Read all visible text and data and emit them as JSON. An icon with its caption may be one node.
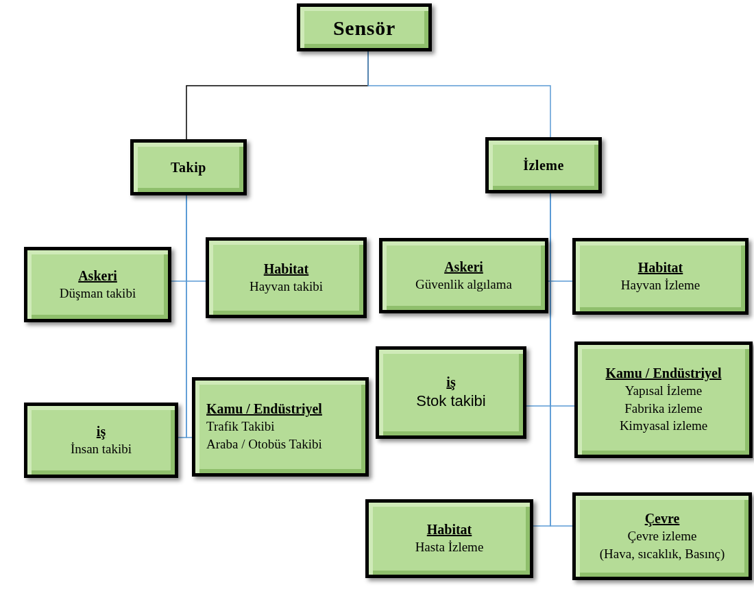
{
  "diagram": {
    "nodes": [
      {
        "text": [
          "Sensör"
        ]
      },
      {
        "text": [
          "Takip"
        ]
      },
      {
        "text": [
          "İzleme"
        ]
      },
      {
        "text": [
          "Askeri",
          "Düşman takibi"
        ]
      },
      {
        "text": [
          "Habitat",
          "Hayvan takibi"
        ]
      },
      {
        "text": [
          "iş",
          "İnsan takibi"
        ]
      },
      {
        "text": [
          "Kamu / Endüstriyel",
          "Trafik Takibi",
          "Araba / Otobüs Takibi"
        ]
      },
      {
        "text": [
          "Askeri",
          "Güvenlik algılama"
        ]
      },
      {
        "text": [
          "Habitat",
          "Hayvan İzleme"
        ]
      },
      {
        "text": [
          "iş",
          "Stok takibi"
        ]
      },
      {
        "text": [
          "Kamu / Endüstriyel",
          "Yapısal İzleme",
          "Fabrika izleme",
          "Kimyasal izleme"
        ]
      },
      {
        "text": [
          "Habitat",
          "Hasta İzleme"
        ]
      },
      {
        "text": [
          "Çevre",
          "Çevre izleme",
          "(Hava, sıcaklık, Basınç)"
        ]
      }
    ],
    "edges": [
      {
        "from": 0,
        "to": 1,
        "arrow": "none",
        "color": "#000000"
      },
      {
        "from": 0,
        "to": 2,
        "arrow": "none"
      },
      {
        "from": 1,
        "to": 3,
        "arrow": "none"
      },
      {
        "from": 1,
        "to": 4,
        "arrow": "none"
      },
      {
        "from": 1,
        "to": 5,
        "arrow": "none"
      },
      {
        "from": 1,
        "to": 6,
        "arrow": "none"
      },
      {
        "from": 2,
        "to": 7,
        "arrow": "none"
      },
      {
        "from": 2,
        "to": 8,
        "arrow": "none"
      },
      {
        "from": 2,
        "to": 9,
        "arrow": "none"
      },
      {
        "from": 2,
        "to": 10,
        "arrow": "none"
      },
      {
        "from": 2,
        "to": 11,
        "arrow": "none"
      },
      {
        "from": 2,
        "to": 12,
        "arrow": "none"
      }
    ]
  }
}
